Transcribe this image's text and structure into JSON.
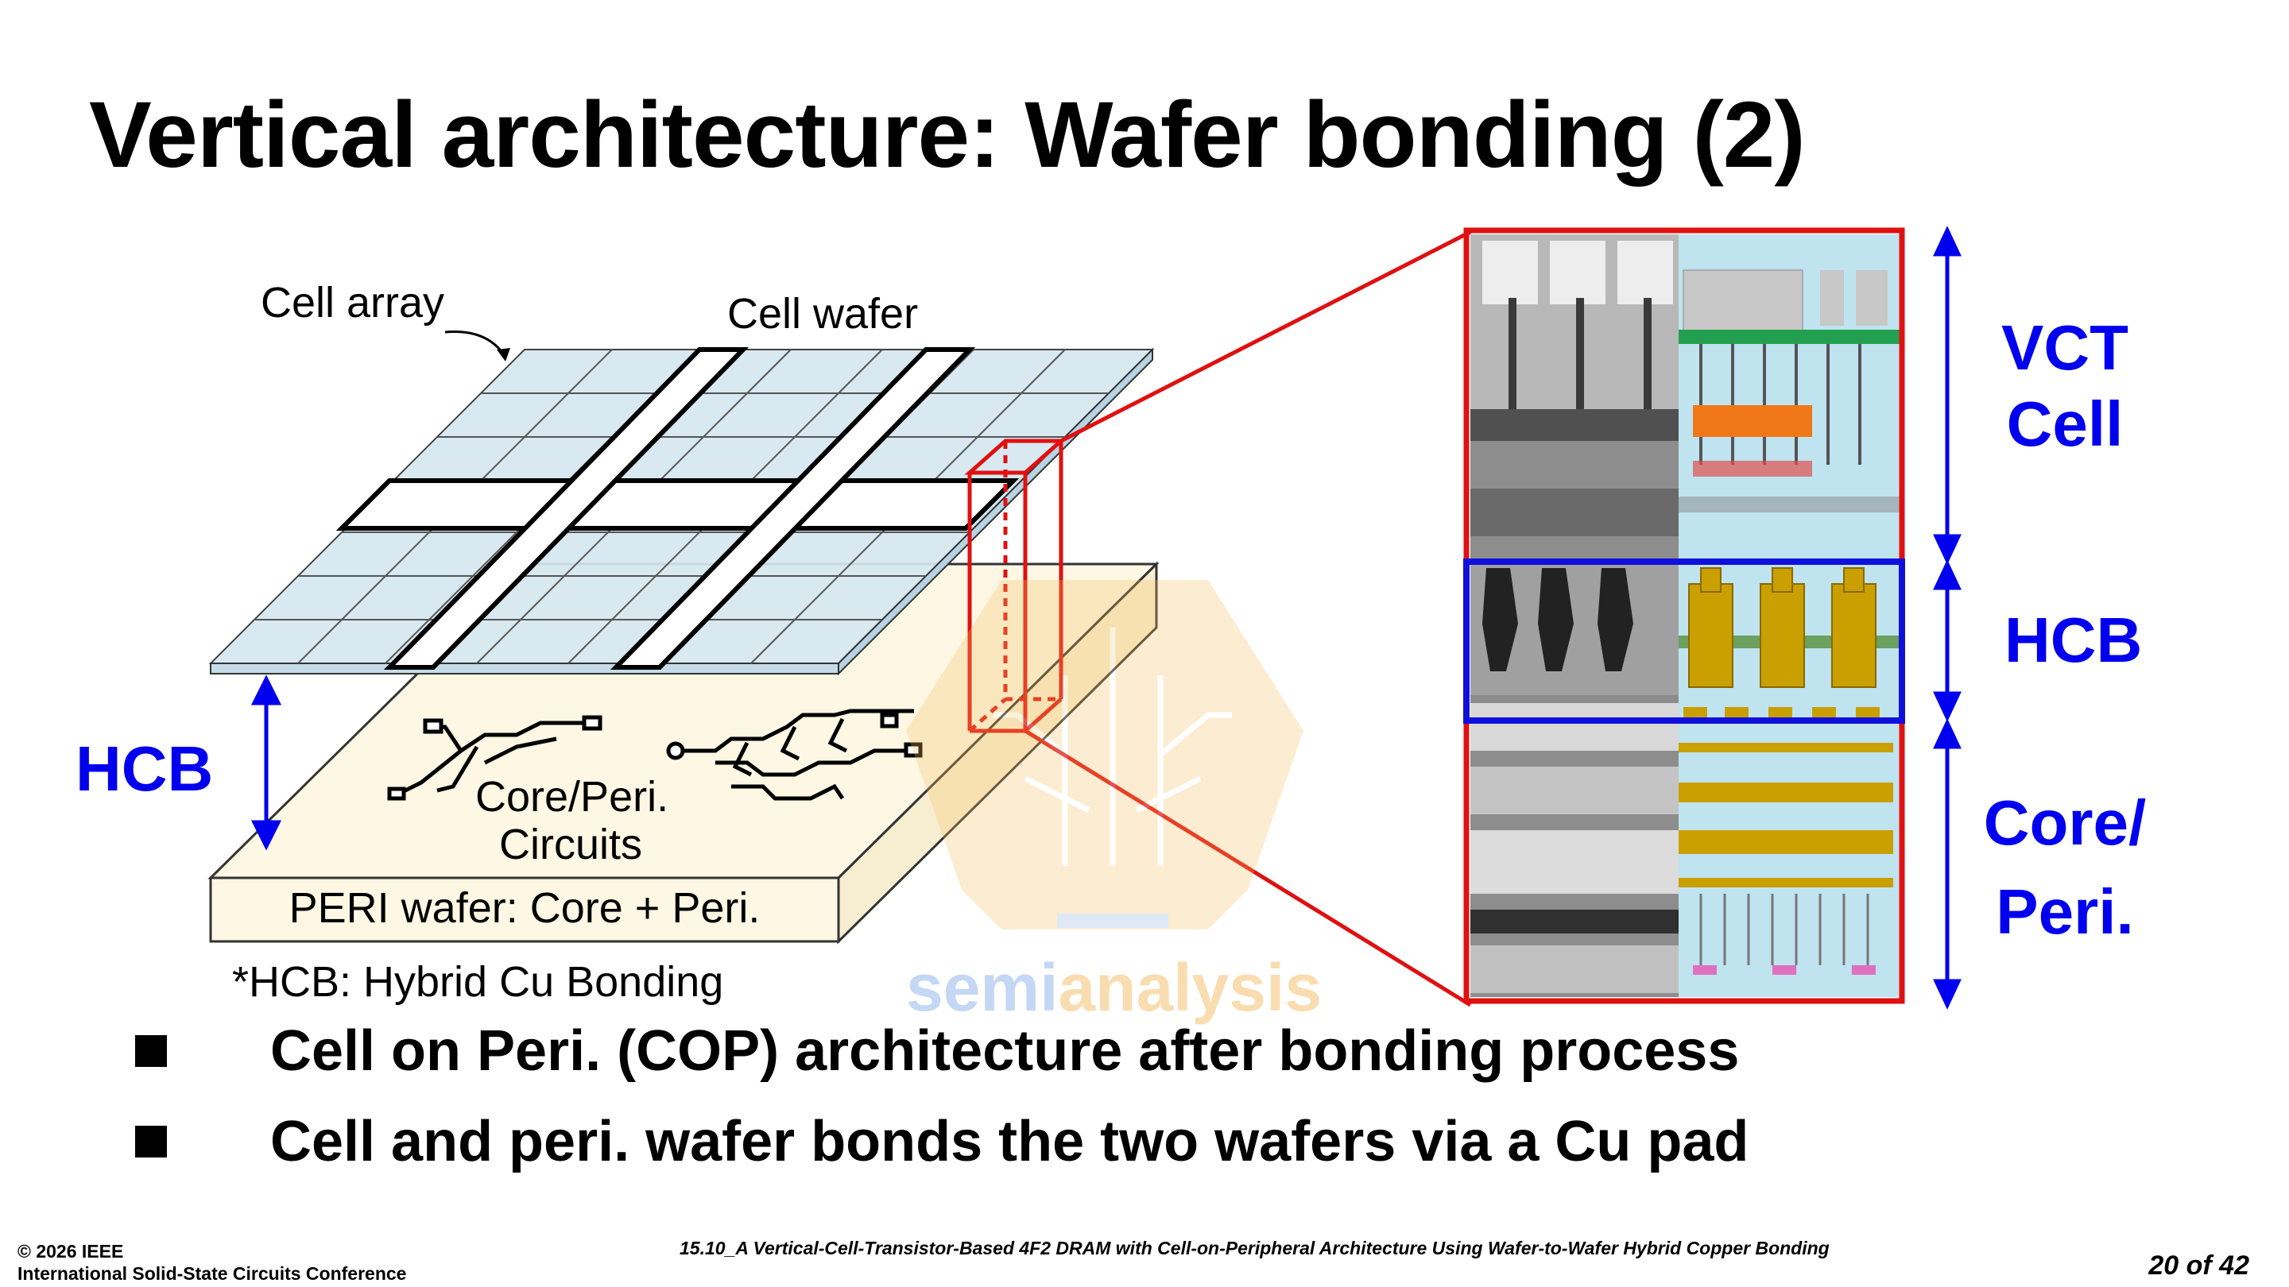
{
  "title": "Vertical architecture: Wafer bonding (2)",
  "diagram": {
    "cell_array_label": "Cell array",
    "cell_wafer_label": "Cell wafer",
    "hcb_label": "HCB",
    "core_peri_circuits_line1": "Core/Peri.",
    "core_peri_circuits_line2": "Circuits",
    "peri_wafer_label": "PERI wafer: Core + Peri.",
    "footnote": "*HCB: Hybrid Cu Bonding"
  },
  "cross_section": {
    "vct_cell_line1": "VCT",
    "vct_cell_line2": "Cell",
    "hcb": "HCB",
    "core_peri_line1": "Core/",
    "core_peri_line2": "Peri."
  },
  "watermark": {
    "text_part1": "semi",
    "text_part2": "analysis"
  },
  "bullets": [
    "Cell on Peri. (COP) architecture after bonding process",
    "Cell and peri. wafer bonds the two wafers via a Cu pad"
  ],
  "footer": {
    "copyright": "© 2026 IEEE",
    "conference": "International Solid-State Circuits Conference",
    "paper": "15.10_A Vertical-Cell-Transistor-Based 4F2 DRAM with Cell-on-Peripheral Architecture Using Wafer-to-Wafer Hybrid Copper Bonding",
    "page": "20 of 42"
  },
  "colors": {
    "blue_label": "#0000ee",
    "red_outline": "#e01010",
    "cell_fill": "#d5e8f0",
    "peri_fill": "#fdf7e4",
    "cu_gold": "#c9a000",
    "watermark": "#f5b030"
  }
}
